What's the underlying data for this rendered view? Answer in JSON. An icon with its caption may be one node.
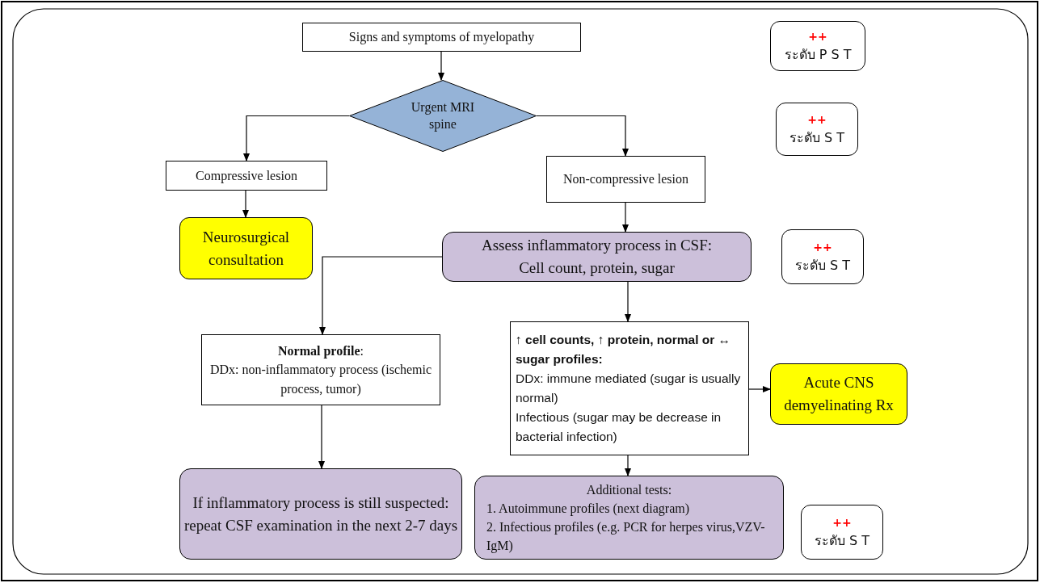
{
  "diagram": {
    "nodes": [
      {
        "text": [
          "Signs and symptoms of myelopathy"
        ]
      },
      {
        "text": [
          "Urgent MRI spine"
        ]
      },
      {
        "text": [
          "Compressive lesion"
        ]
      },
      {
        "text": [
          "Non-compressive lesion"
        ]
      },
      {
        "text": [
          "Neurosurgical consultation"
        ]
      },
      {
        "text": [
          "Assess inflammatory process in CSF:",
          "Cell count, protein, sugar"
        ]
      },
      {
        "text": [
          "**Normal profile**:",
          "DDx: non-inflammatory process (ischemic process, tumor)"
        ]
      },
      {
        "text": [
          "↑ cell counts, ↑ protein, normal or ↔ sugar profiles:",
          "DDx: immune mediated (sugar is usually normal)",
          "Infectious (sugar may be decrease in bacterial infection)"
        ]
      },
      {
        "text": [
          "Acute CNS demyelinating Rx"
        ]
      },
      {
        "text": [
          "If inflammatory process is still suspected: repeat CSF examination in the next 2-7 days"
        ]
      },
      {
        "text": [
          "Additional tests:",
          "1. Autoimmune profiles (next diagram)",
          "2. Infectious profiles (e.g. PCR for herpes virus,VZV-IgM)"
        ]
      },
      {
        "text": [
          "++",
          "ระดับ P S T"
        ]
      },
      {
        "text": [
          "++",
          "ระดับ S T"
        ]
      },
      {
        "text": [
          "++",
          "ระดับ S T"
        ]
      },
      {
        "text": [
          "++",
          "ระดับ S T"
        ]
      }
    ],
    "edges": [
      {
        "from": 0,
        "to": 1,
        "arrow": "to"
      },
      {
        "from": 1,
        "to": 2,
        "arrow": "to"
      },
      {
        "from": 1,
        "to": 3,
        "arrow": "to"
      },
      {
        "from": 2,
        "to": 4,
        "arrow": "to"
      },
      {
        "from": 3,
        "to": 5,
        "arrow": "to"
      },
      {
        "from": 5,
        "to": 6,
        "arrow": "to"
      },
      {
        "from": 5,
        "to": 7,
        "arrow": "to"
      },
      {
        "from": 6,
        "to": 9,
        "arrow": "to"
      },
      {
        "from": 7,
        "to": 8,
        "arrow": "to"
      },
      {
        "from": 7,
        "to": 10,
        "arrow": "to"
      }
    ]
  }
}
